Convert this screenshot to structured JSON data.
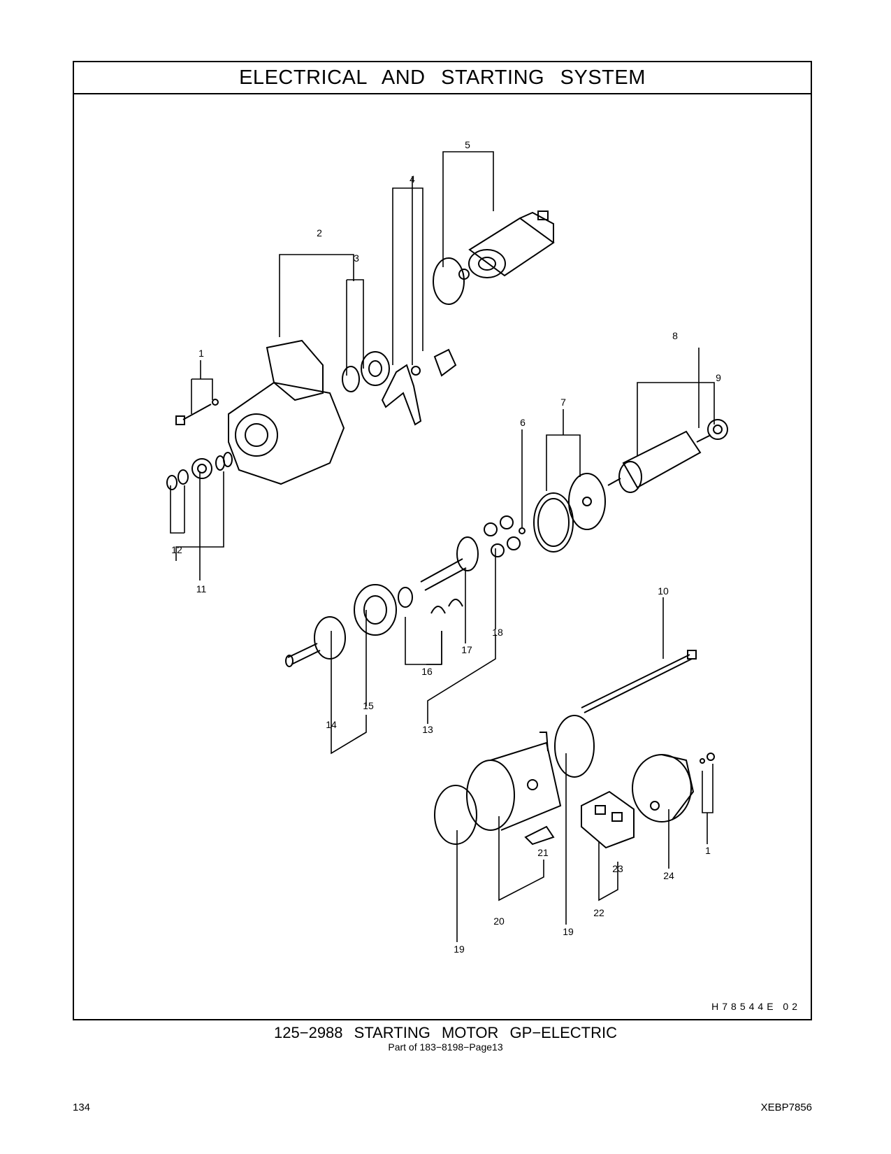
{
  "header": {
    "title": "ELECTRICAL AND STARTING SYSTEM"
  },
  "figure": {
    "code": "H78544E 02"
  },
  "callouts": [
    "1",
    "2",
    "3",
    "4",
    "5",
    "6",
    "7",
    "8",
    "9",
    "10",
    "11",
    "12",
    "13",
    "14",
    "15",
    "16",
    "17",
    "18",
    "19",
    "20",
    "21",
    "22",
    "23",
    "24"
  ],
  "caption": {
    "title": "125−2988 STARTING MOTOR GP−ELECTRIC",
    "subtitle": "Part of 183−8198−Page13"
  },
  "footer": {
    "page_number": "134",
    "doc_id": "XEBP7856"
  }
}
